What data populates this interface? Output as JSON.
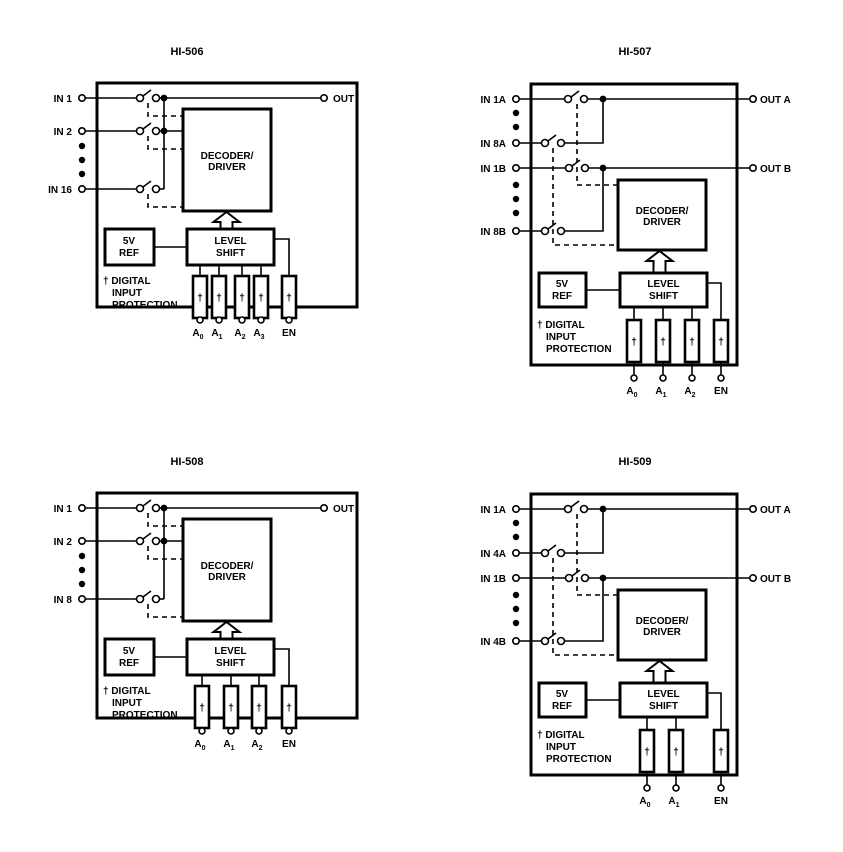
{
  "diagrams": [
    {
      "id": "hi506",
      "title": "HI-506",
      "type": "single",
      "inputs": [
        "IN 1",
        "IN 2",
        "IN 16"
      ],
      "outputs": [
        "OUT"
      ],
      "decoder_label": [
        "DECODER/",
        "DRIVER"
      ],
      "ref_label": [
        "5V",
        "REF"
      ],
      "level_shift_label": [
        "LEVEL",
        "SHIFT"
      ],
      "protection_note": [
        "† DIGITAL",
        "INPUT",
        "PROTECTION"
      ],
      "protection_symbol": "†",
      "address_pins": [
        {
          "base": "A",
          "sub": "0"
        },
        {
          "base": "A",
          "sub": "1"
        },
        {
          "base": "A",
          "sub": "2"
        },
        {
          "base": "A",
          "sub": "3"
        }
      ],
      "enable_pin": "EN"
    },
    {
      "id": "hi507",
      "title": "HI-507",
      "type": "dual",
      "inputs": [
        "IN 1A",
        "IN 8A",
        "IN 1B",
        "IN 8B"
      ],
      "outputs": [
        "OUT A",
        "OUT B"
      ],
      "decoder_label": [
        "DECODER/",
        "DRIVER"
      ],
      "ref_label": [
        "5V",
        "REF"
      ],
      "level_shift_label": [
        "LEVEL",
        "SHIFT"
      ],
      "protection_note": [
        "† DIGITAL",
        "INPUT",
        "PROTECTION"
      ],
      "protection_symbol": "†",
      "address_pins": [
        {
          "base": "A",
          "sub": "0"
        },
        {
          "base": "A",
          "sub": "1"
        },
        {
          "base": "A",
          "sub": "2"
        }
      ],
      "enable_pin": "EN"
    },
    {
      "id": "hi508",
      "title": "HI-508",
      "type": "single",
      "inputs": [
        "IN 1",
        "IN 2",
        "IN 8"
      ],
      "outputs": [
        "OUT"
      ],
      "decoder_label": [
        "DECODER/",
        "DRIVER"
      ],
      "ref_label": [
        "5V",
        "REF"
      ],
      "level_shift_label": [
        "LEVEL",
        "SHIFT"
      ],
      "protection_note": [
        "† DIGITAL",
        "INPUT",
        "PROTECTION"
      ],
      "protection_symbol": "†",
      "address_pins": [
        {
          "base": "A",
          "sub": "0"
        },
        {
          "base": "A",
          "sub": "1"
        },
        {
          "base": "A",
          "sub": "2"
        }
      ],
      "enable_pin": "EN"
    },
    {
      "id": "hi509",
      "title": "HI-509",
      "type": "dual",
      "inputs": [
        "IN 1A",
        "IN 4A",
        "IN 1B",
        "IN 4B"
      ],
      "outputs": [
        "OUT A",
        "OUT B"
      ],
      "decoder_label": [
        "DECODER/",
        "DRIVER"
      ],
      "ref_label": [
        "5V",
        "REF"
      ],
      "level_shift_label": [
        "LEVEL",
        "SHIFT"
      ],
      "protection_note": [
        "† DIGITAL",
        "INPUT",
        "PROTECTION"
      ],
      "protection_symbol": "†",
      "address_pins": [
        {
          "base": "A",
          "sub": "0"
        },
        {
          "base": "A",
          "sub": "1"
        }
      ],
      "enable_pin": "EN"
    }
  ]
}
